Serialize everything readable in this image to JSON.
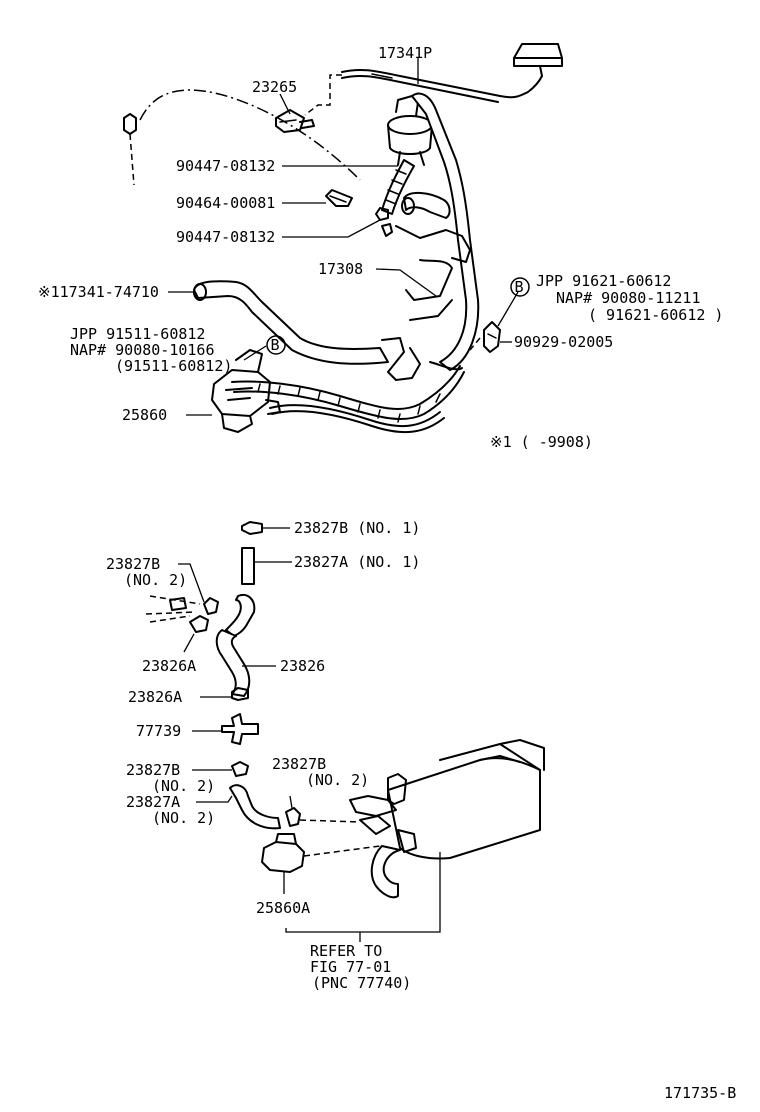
{
  "labels": {
    "p17341p": "17341P",
    "p23265": "23265",
    "p90447a": "90447-08132",
    "p90464": "90464-00081",
    "p90447b": "90447-08132",
    "p17308": "17308",
    "p117341": "※117341-74710",
    "jpp_left": "JPP   91511-60812",
    "nap_left": "NAP#  90080-10166",
    "paren_left": "(91511-60812)",
    "circle_b": "B",
    "p25860": "25860",
    "jpp_right": "JPP  91621-60612",
    "nap_right": "NAP#  90080-11211",
    "paren_right": "( 91621-60612 )",
    "p90929": "90929-02005",
    "note1": "※1 (      -9908)",
    "p23827b_no1": "23827B (NO. 1)",
    "p23827a_no1": "23827A (NO. 1)",
    "p23827b_no2_top": "23827B",
    "no2_top": "(NO. 2)",
    "p23826a_top": "23826A",
    "p23826": "23826",
    "p23826a_mid": "23826A",
    "p77739": "77739",
    "p23827b_lower": "23827B",
    "no2_lower_a": "(NO. 2)",
    "p23827a_lower": "23827A",
    "no2_lower_b": "(NO. 2)",
    "p23827b_right": "23827B",
    "no2_right": "(NO. 2)",
    "p25860a": "25860A",
    "refer1": "REFER TO",
    "refer2": "FIG 77-01",
    "refer3": "(PNC 77740)",
    "fig_id": "171735-B"
  }
}
